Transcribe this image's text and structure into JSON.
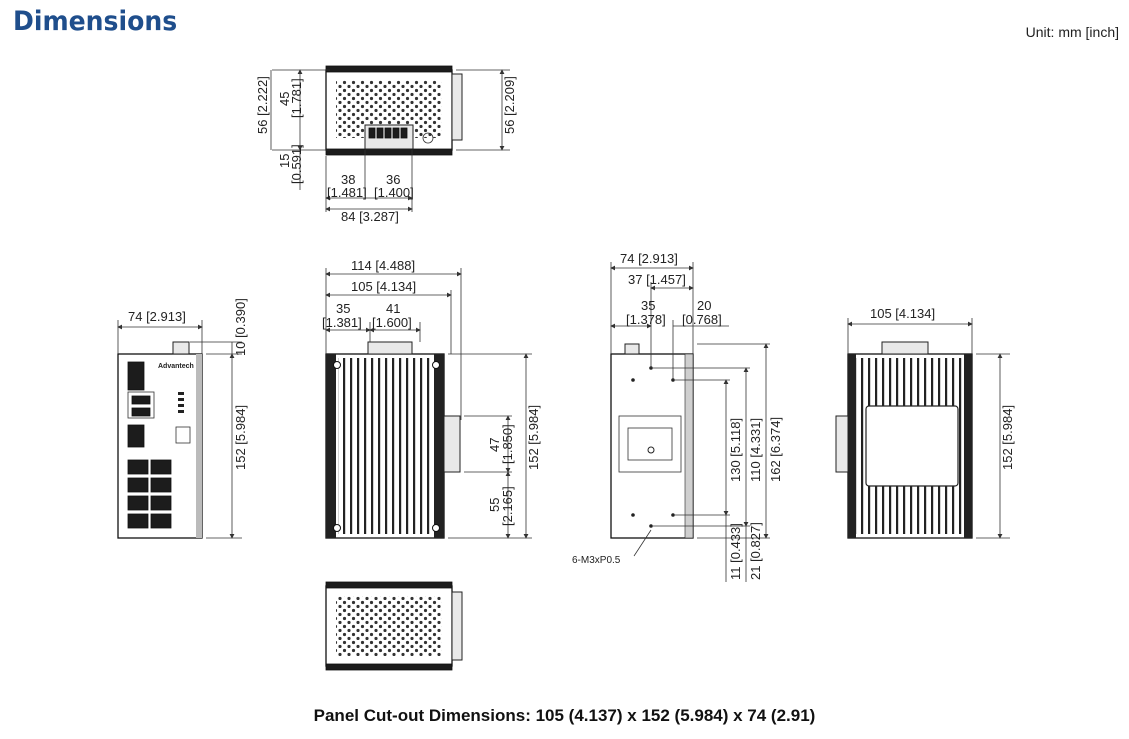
{
  "header": {
    "title": "Dimensions",
    "unit_note": "Unit: mm [inch]"
  },
  "footer": {
    "panel_cutout": "Panel Cut-out Dimensions: 105 (4.137) x 152 (5.984) x 74 (2.91)"
  },
  "top_view": {
    "height_left": "56 [2.222]",
    "height_inner": "45",
    "height_inner_inch": "[1.781]",
    "height_right": "56 [2.209]",
    "terminal_height": "15",
    "terminal_height_inch": "[0.591]",
    "left_offset": "38",
    "left_offset_inch": "[1.481]",
    "right_offset": "36",
    "right_offset_inch": "[1.400]",
    "total_width": "84 [3.287]"
  },
  "side_view_left": {
    "width": "74 [2.913]",
    "top_protrusion": "10 [0.390]",
    "height": "152 [5.984]",
    "brand": "Advantech"
  },
  "front_view": {
    "total_width": "114 [4.488]",
    "body_width": "105 [4.134]",
    "offset_a": "35",
    "offset_a_inch": "[1.381]",
    "offset_b": "41",
    "offset_b_inch": "[1.600]",
    "clip_height": "47",
    "clip_height_inch": "[1.850]",
    "clip_offset": "55",
    "clip_offset_inch": "[2.165]",
    "height": "152 [5.984]"
  },
  "back_view": {
    "width": "74 [2.913]",
    "inner_width": "37 [1.457]",
    "offset_a": "35",
    "offset_a_inch": "[1.378]",
    "offset_b": "20",
    "offset_b_inch": "[0.768]",
    "hole_span_a": "130 [5.118]",
    "hole_span_b": "110 [4.331]",
    "total_height": "162 [6.374]",
    "bottom_a": "11 [0.433]",
    "bottom_b": "21 [0.827]",
    "screw_note": "6-M3xP0.5"
  },
  "right_view": {
    "width": "105 [4.134]",
    "height": "152 [5.984]"
  }
}
